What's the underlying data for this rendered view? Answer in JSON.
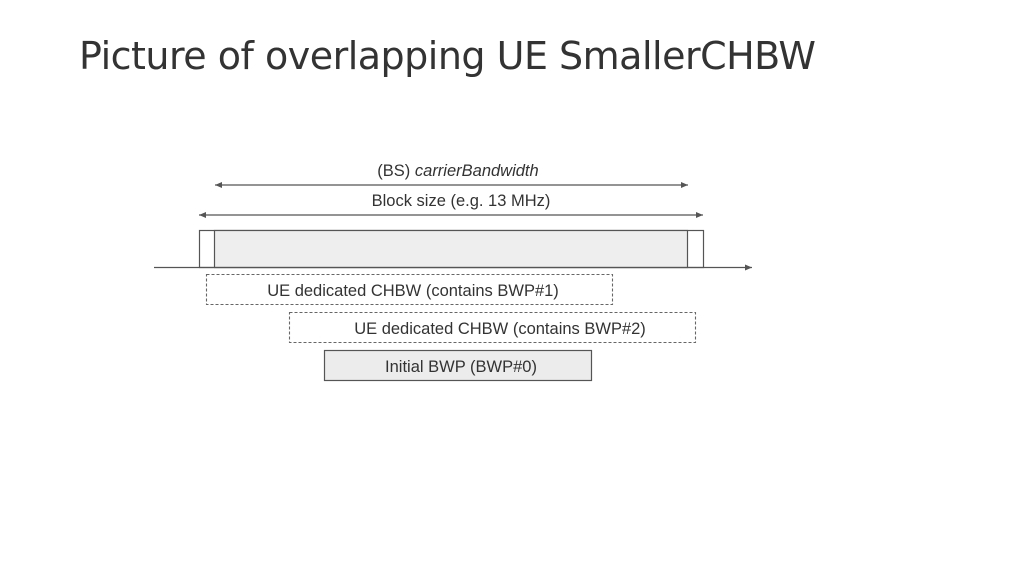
{
  "slide": {
    "title": "Picture of overlapping UE SmallerCHBW"
  },
  "diagram": {
    "carrier_label_prefix": "(BS) ",
    "carrier_label_italic": "carrierBandwidth",
    "block_size_label": "Block size (e.g. 13 MHz)",
    "ue_chbw_1_label": "UE dedicated CHBW (contains BWP#1)",
    "ue_chbw_2_label": "UE dedicated CHBW (contains BWP#2)",
    "initial_bwp_label": "Initial BWP (BWP#0)",
    "colors": {
      "line": "#555555",
      "block_fill": "#eeeeee",
      "initial_fill": "#ececec",
      "text": "#333333"
    }
  }
}
